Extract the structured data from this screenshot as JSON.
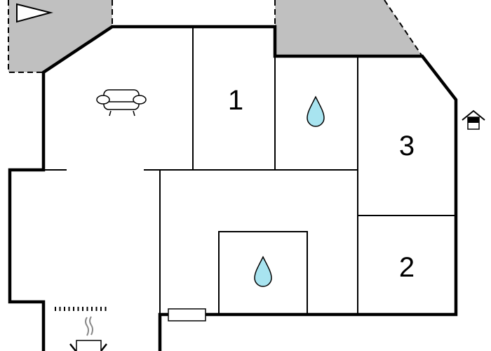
{
  "floorplan": {
    "rooms": [
      {
        "id": "bedroom-1",
        "label": "1"
      },
      {
        "id": "bedroom-3",
        "label": "3"
      },
      {
        "id": "bedroom-2",
        "label": "2"
      }
    ],
    "icons": [
      "compass-arrow-icon",
      "sofa-icon",
      "water-drop-icon",
      "entrance-house-icon",
      "radiator-icon",
      "heater-icon",
      "fireplace-icon"
    ],
    "colors": {
      "wall": "#000000",
      "terrace": "#c0c0c0",
      "water": "#a8e4f0"
    }
  }
}
